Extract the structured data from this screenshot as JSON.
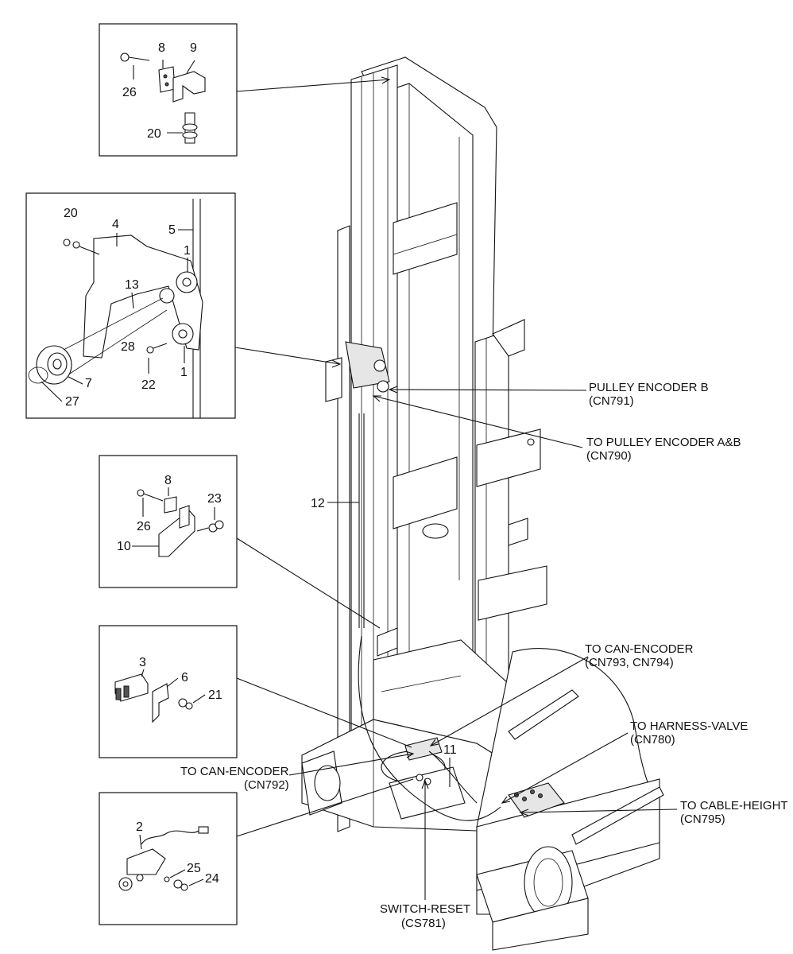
{
  "detail_boxes": [
    {
      "id": "top",
      "numbers": [
        "8",
        "9",
        "26",
        "20"
      ]
    },
    {
      "id": "encoder",
      "numbers": [
        "20",
        "4",
        "5",
        "1",
        "13",
        "28",
        "7",
        "22",
        "1",
        "27"
      ]
    },
    {
      "id": "bracket",
      "numbers": [
        "8",
        "23",
        "26",
        "10"
      ]
    },
    {
      "id": "switch",
      "numbers": [
        "3",
        "6",
        "21"
      ]
    },
    {
      "id": "sensor",
      "numbers": [
        "2",
        "25",
        "24"
      ]
    }
  ],
  "main_numbers": {
    "cable": "12",
    "harness": "11"
  },
  "callouts": [
    {
      "id": "pulley-encoder-b",
      "line1": "PULLEY ENCODER B",
      "line2": "(CN791)"
    },
    {
      "id": "pulley-encoder-ab",
      "line1": "TO PULLEY ENCODER A&B",
      "line2": "(CN790)"
    },
    {
      "id": "can-encoder-793",
      "line1": "TO CAN-ENCODER",
      "line2": "(CN793, CN794)"
    },
    {
      "id": "harness-valve",
      "line1": "TO HARNESS-VALVE",
      "line2": "(CN780)"
    },
    {
      "id": "can-encoder-792",
      "line1": "TO CAN-ENCODER",
      "line2": "(CN792)"
    },
    {
      "id": "cable-height",
      "line1": "TO CABLE-HEIGHT",
      "line2": "(CN795)"
    },
    {
      "id": "switch-reset",
      "line1": "SWITCH-RESET",
      "line2": "(CS781)"
    }
  ]
}
